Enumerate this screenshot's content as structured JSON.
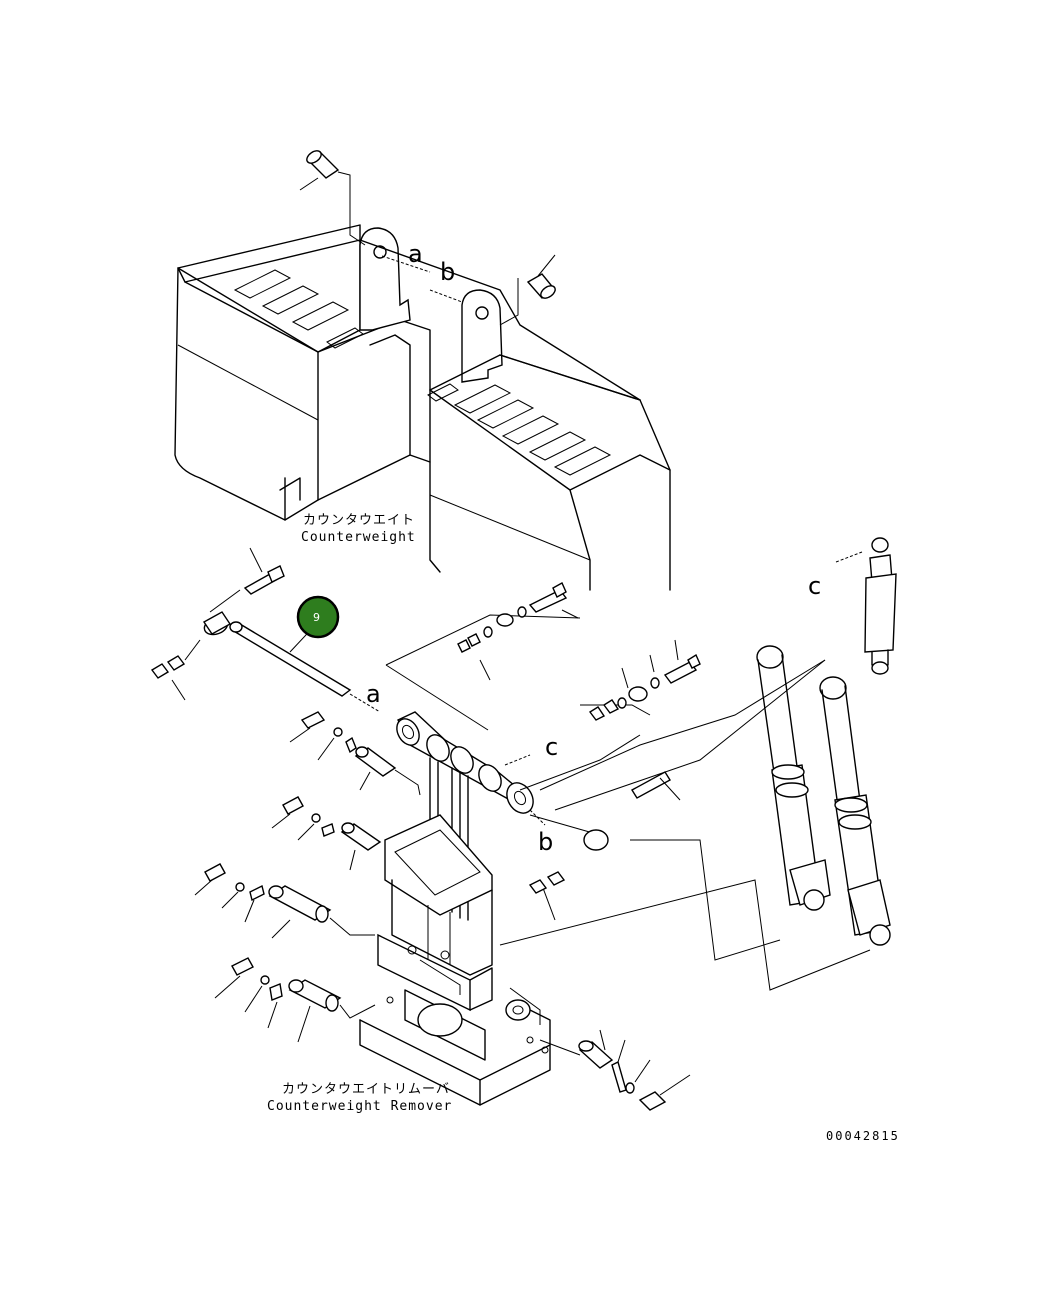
{
  "counterweight": {
    "label_jp": "カウンタウエイト",
    "label_en": "Counterweight"
  },
  "remover": {
    "label_jp": "カウンタウエイトリムーバ",
    "label_en": "Counterweight Remover"
  },
  "reference_letters": {
    "a_top": "a",
    "b_top": "b",
    "a_mid": "a",
    "c_mid": "c",
    "b_mid": "b",
    "c_right": "c"
  },
  "highlight_badge": {
    "number": "9",
    "color": "#2e7d1e"
  },
  "drawing_code": "00042815"
}
